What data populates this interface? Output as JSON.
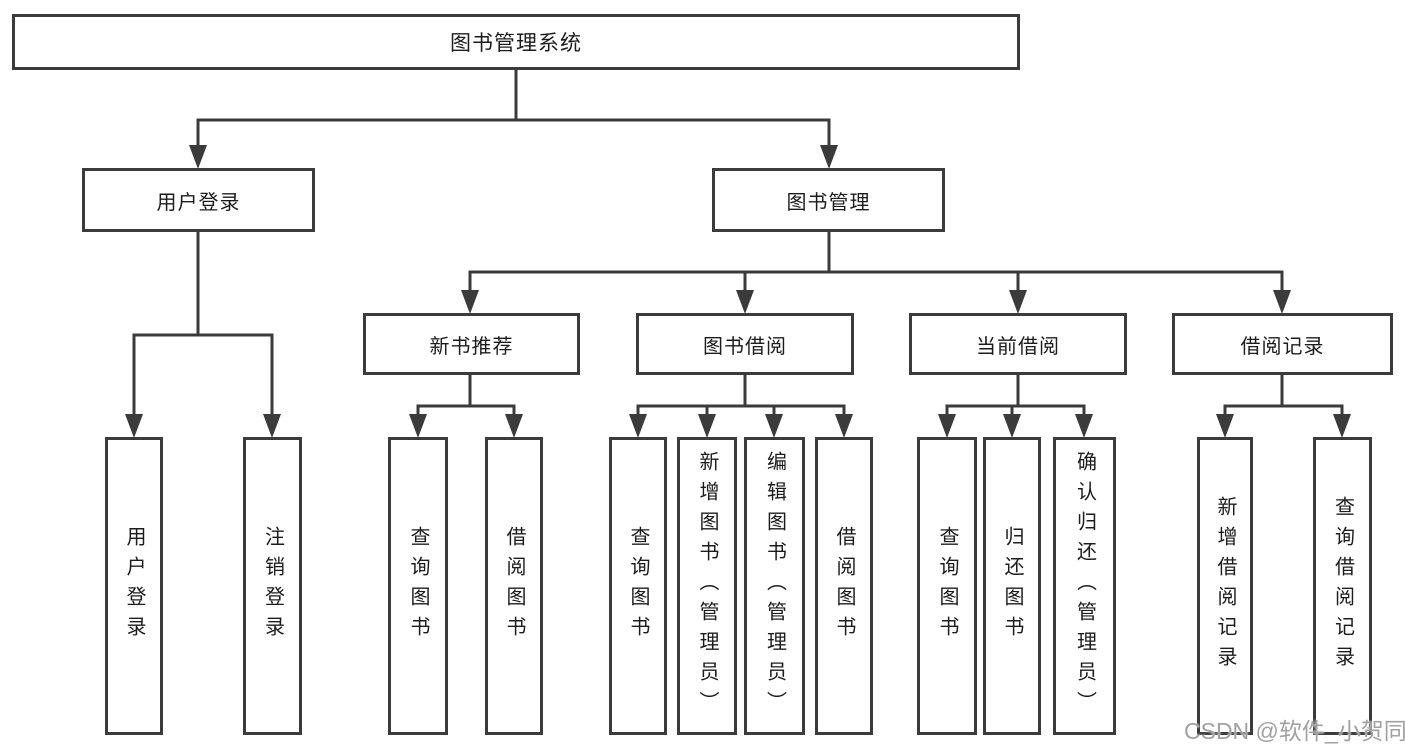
{
  "colors": {
    "line": "#3b3b3b",
    "box_border": "#3b3b3b",
    "text": "#1c1c1c",
    "watermark": "#a1a1a1",
    "background": "#ffffff"
  },
  "tree": {
    "label": "图书管理系统",
    "children": [
      {
        "label": "用户登录",
        "children": [
          {
            "label": "用户登录"
          },
          {
            "label": "注销登录"
          }
        ]
      },
      {
        "label": "图书管理",
        "children": [
          {
            "label": "新书推荐",
            "children": [
              {
                "label": "查询图书"
              },
              {
                "label": "借阅图书"
              }
            ]
          },
          {
            "label": "图书借阅",
            "children": [
              {
                "label": "查询图书"
              },
              {
                "label": "新增图书（管理员）"
              },
              {
                "label": "编辑图书（管理员）"
              },
              {
                "label": "借阅图书"
              }
            ]
          },
          {
            "label": "当前借阅",
            "children": [
              {
                "label": "查询图书"
              },
              {
                "label": "归还图书"
              },
              {
                "label": "确认归还（管理员）"
              }
            ]
          },
          {
            "label": "借阅记录",
            "children": [
              {
                "label": "新增借阅记录"
              },
              {
                "label": "查询借阅记录"
              }
            ]
          }
        ]
      }
    ]
  },
  "watermark": {
    "text": "CSDN @软件_小贺同学"
  }
}
